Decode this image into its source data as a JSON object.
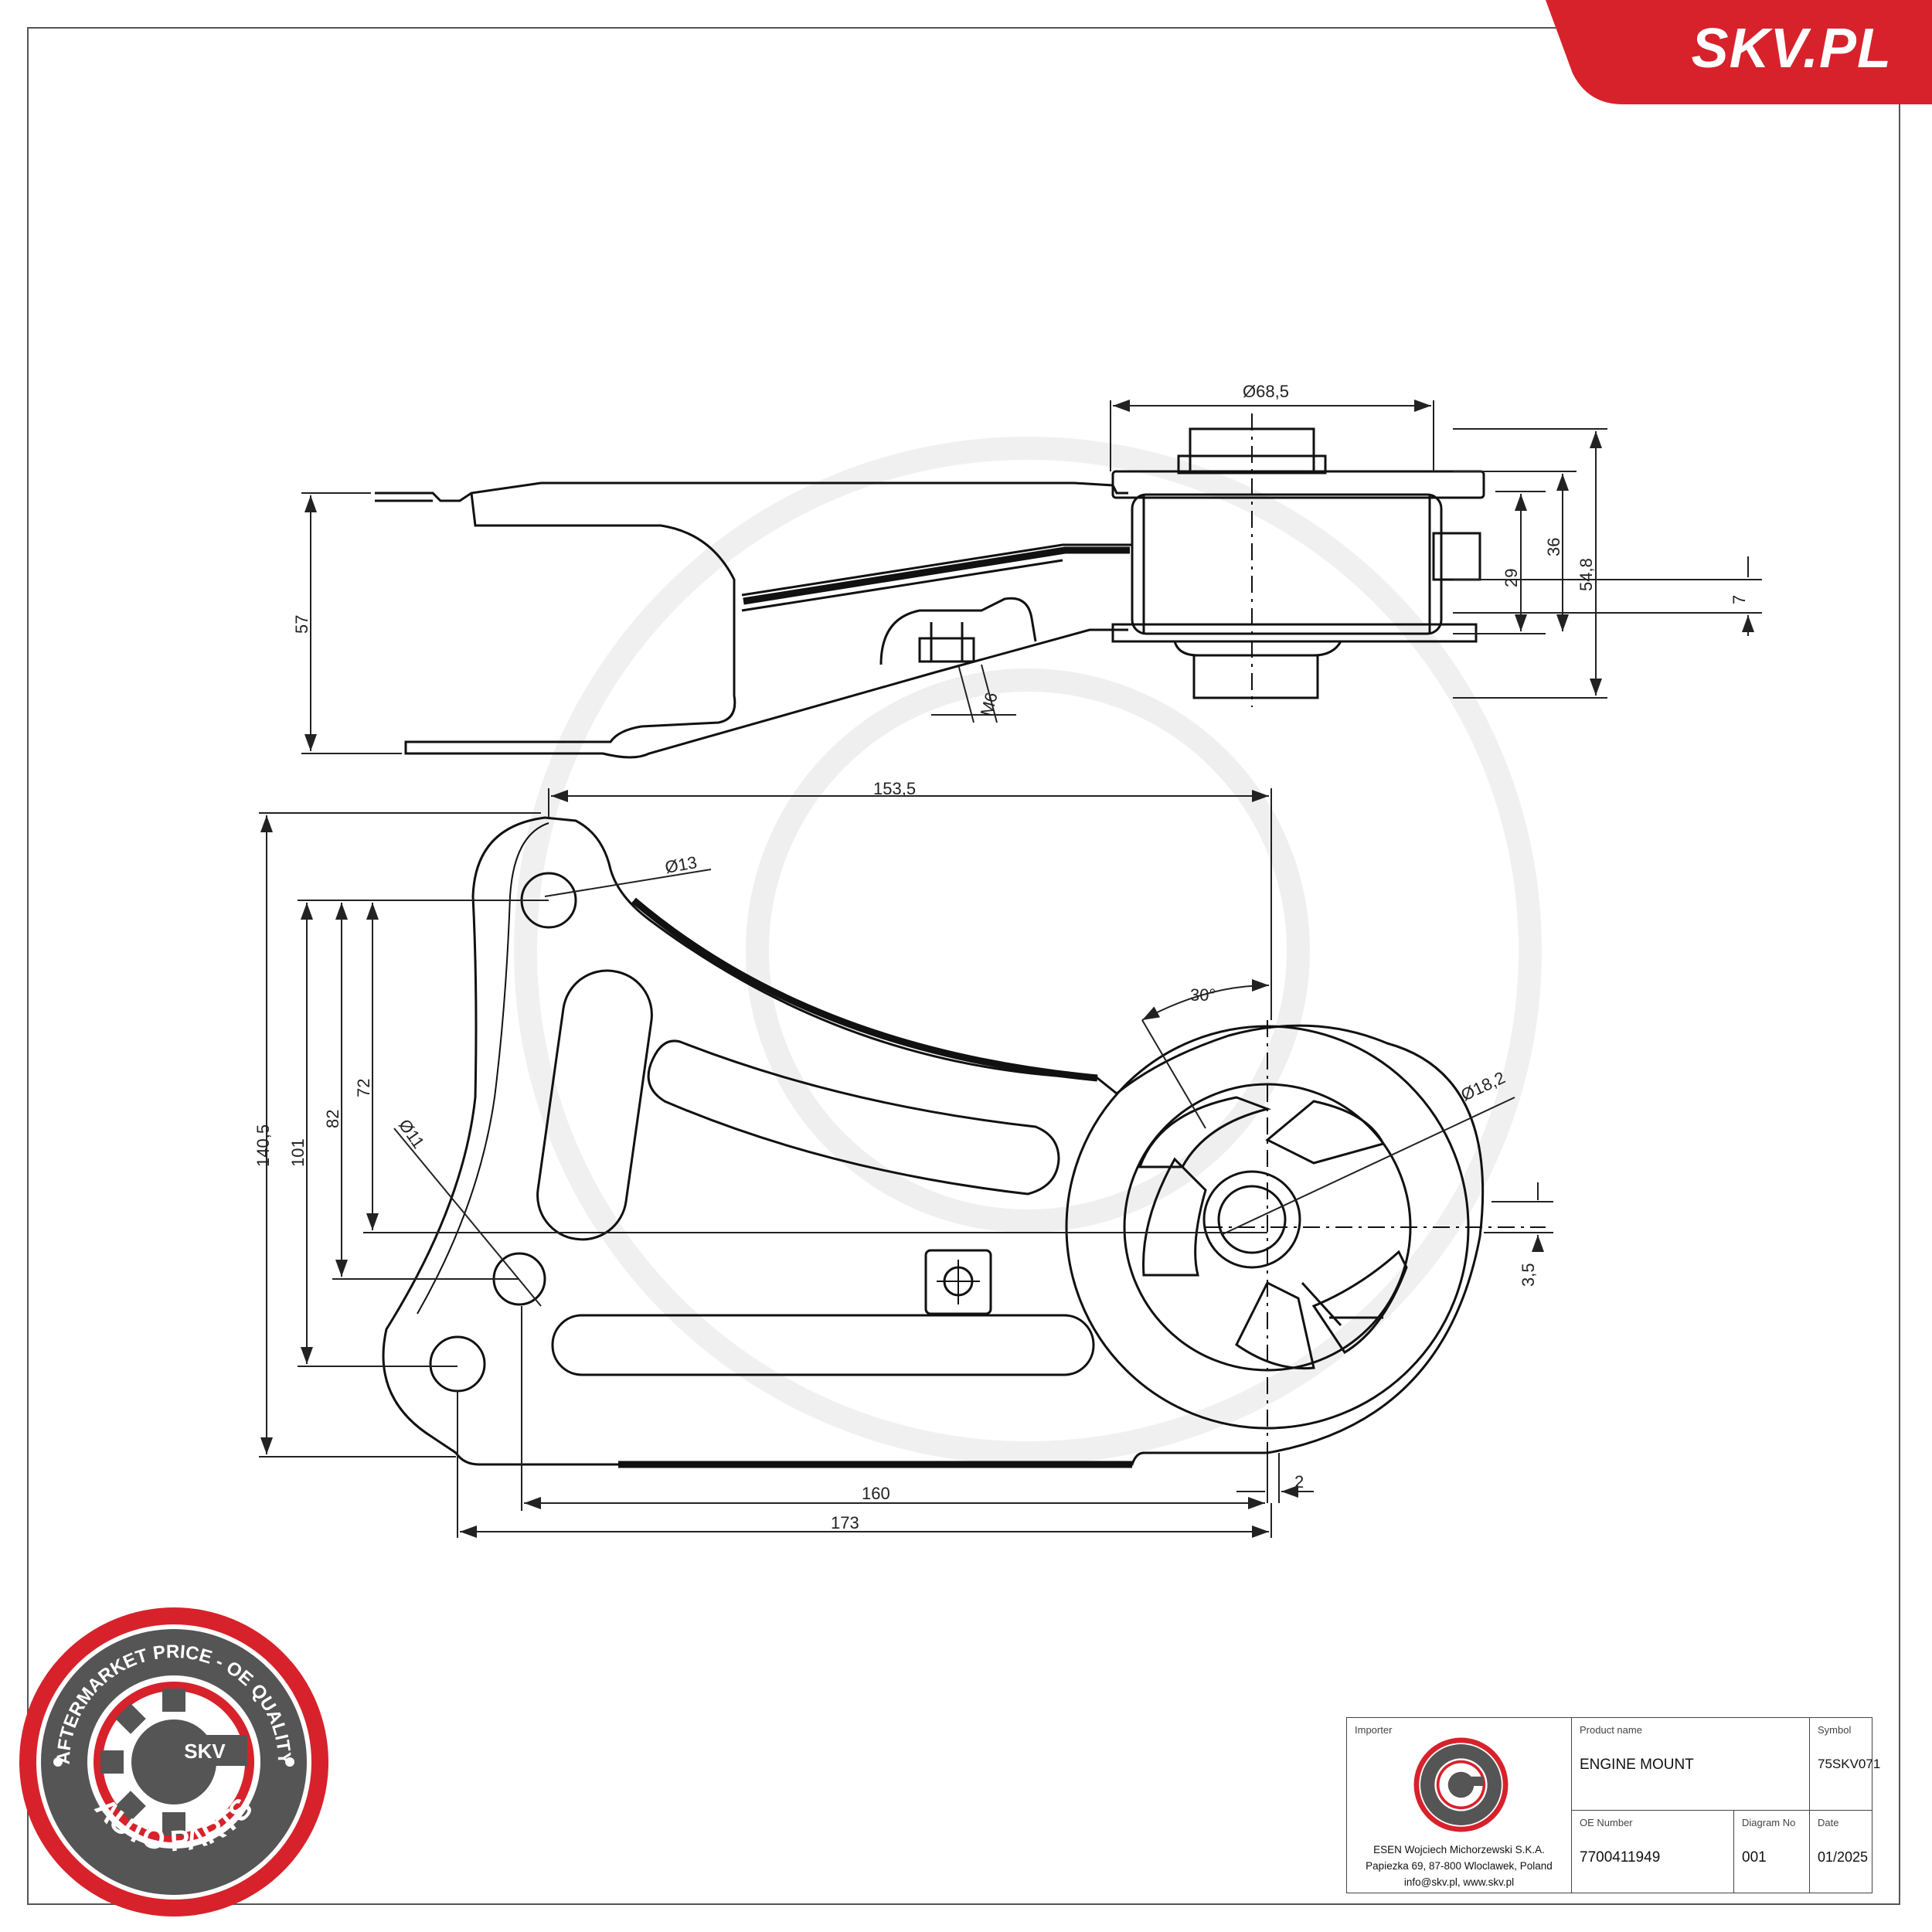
{
  "brand": {
    "site": "SKV.PL",
    "accent_color": "#d7222b"
  },
  "seal": {
    "ring_text_top": "AFTERMARKET PRICE - OE QUALITY",
    "ring_text_bottom": "AUTO PARTS",
    "center_text": "SKV"
  },
  "drawing": {
    "dimensions": {
      "d_68_5": "Ø68,5",
      "h_57": "57",
      "h_36": "36",
      "h_29": "29",
      "h_54_8": "54,8",
      "h_7": "7",
      "thread_m6": "M6",
      "w_153_5": "153,5",
      "d_13": "Ø13",
      "h_140_5": "140,5",
      "h_101": "101",
      "h_82": "82",
      "h_72": "72",
      "d_11": "Ø11",
      "angle_30": "30°",
      "d_18_2": "Ø18,2",
      "h_3_5": "3,5",
      "w_2": "2",
      "w_160": "160",
      "w_173": "173"
    }
  },
  "title_block": {
    "importer_caption": "Importer",
    "importer_line1": "ESEN Wojciech Michorzewski S.K.A.",
    "importer_line2": "Papiezka 69, 87-800 Wloclawek, Poland",
    "importer_line3": "info@skv.pl, www.skv.pl",
    "product_caption": "Product name",
    "product_value": "ENGINE MOUNT",
    "symbol_caption": "Symbol",
    "symbol_value": "75SKV071",
    "oe_caption": "OE Number",
    "oe_value": "7700411949",
    "diagram_caption": "Diagram No",
    "diagram_value": "001",
    "date_caption": "Date",
    "date_value": "01/2025"
  }
}
